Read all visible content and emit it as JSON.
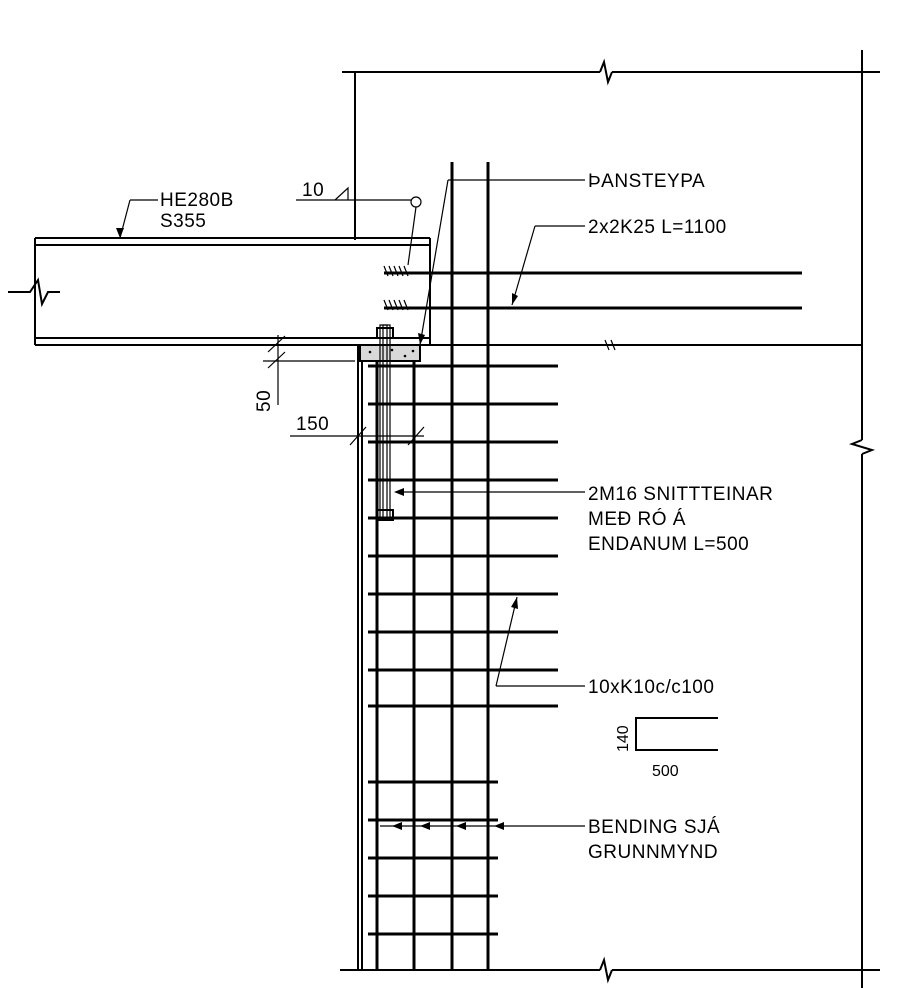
{
  "labels": {
    "beam_profile": "HE280B",
    "beam_steel": "S355",
    "weld_size": "10",
    "grout": "ÞANSTEYPA",
    "top_bars": "2x2K25  L=1100",
    "dim_50": "50",
    "dim_150": "150",
    "rods_line1": "2M16 SNITTTEINAR",
    "rods_line2": "MEÐ RÓ Á",
    "rods_line3": "ENDANUM L=500",
    "stirrups": "10xK10c/c100",
    "stirrup_height": "140",
    "stirrup_length": "500",
    "bending_line1": "BENDING SJÁ",
    "bending_line2": "GRUNNMYND"
  },
  "colors": {
    "ink": "#000000",
    "paper": "#ffffff",
    "grout_fill": "#d9d9d9"
  }
}
